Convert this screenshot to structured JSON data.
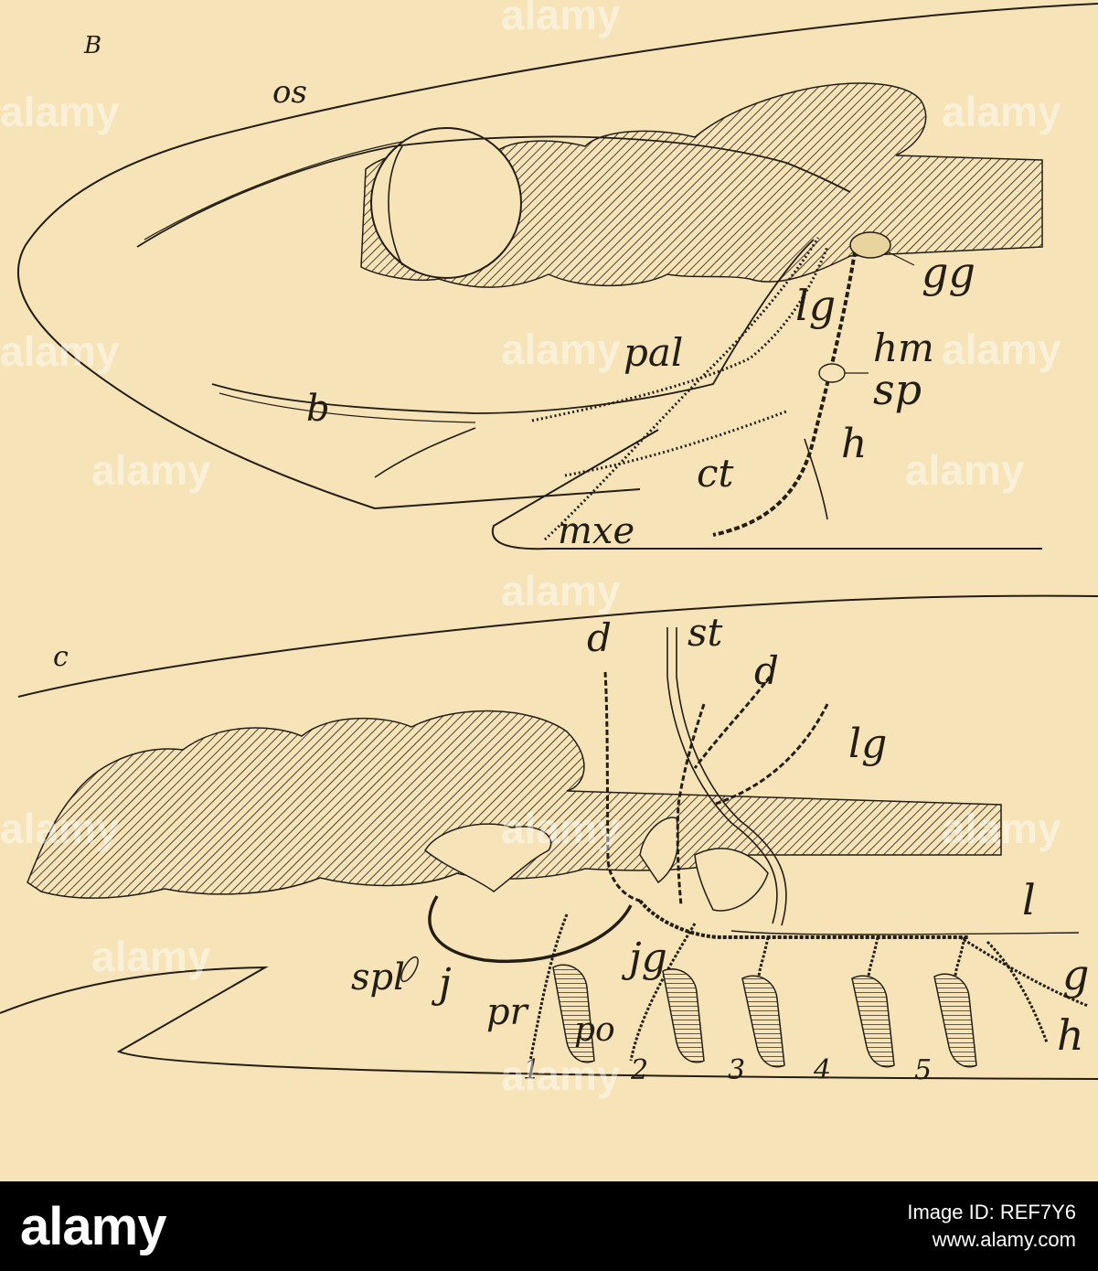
{
  "figure": {
    "panel_b": {
      "letter": "B",
      "labels": {
        "os": "os",
        "gg": "gg",
        "lg": "lg",
        "hm": "hm",
        "pal": "pal",
        "sp": "sp",
        "b": "b",
        "h": "h",
        "ct": "ct",
        "mxe": "mxe"
      }
    },
    "panel_c": {
      "letter": "c",
      "labels": {
        "d1": "d",
        "st": "st",
        "d2": "d",
        "lg": "lg",
        "l": "l",
        "jg": "jg",
        "spl": "spl",
        "j": "j",
        "g": "g",
        "h": "h",
        "pr": "pr",
        "po": "po"
      },
      "arch_numbers": [
        "1",
        "2",
        "3",
        "4",
        "5"
      ]
    }
  },
  "watermarks": [
    "alamy"
  ],
  "footer": {
    "logo": "alamy",
    "image_id_label": "Image ID: REF7Y6",
    "url": "www.alamy.com"
  },
  "colors": {
    "paper": "#f6e4b8",
    "ink": "#241d14",
    "footer_bg": "#000000"
  }
}
